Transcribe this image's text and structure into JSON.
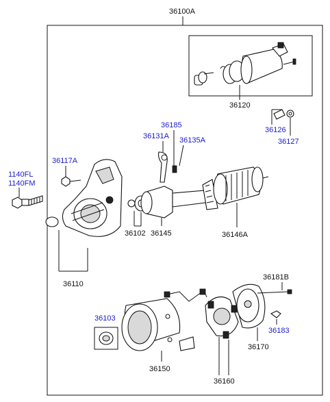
{
  "assembly_label": "36100A",
  "labels": {
    "p36120": "36120",
    "p36126": "36126",
    "p36127": "36127",
    "p36185": "36185",
    "p36131A": "36131A",
    "p36135A": "36135A",
    "p36117A": "36117A",
    "p1140FL": "1140FL",
    "p1140FM": "1140FM",
    "p36102": "36102",
    "p36145": "36145",
    "p36146A": "36146A",
    "p36110": "36110",
    "p36181B": "36181B",
    "p36103": "36103",
    "p36183": "36183",
    "p36170": "36170",
    "p36150": "36150",
    "p36160": "36160"
  },
  "colors": {
    "label_blue": "#1a1ad0",
    "line": "#111111"
  }
}
